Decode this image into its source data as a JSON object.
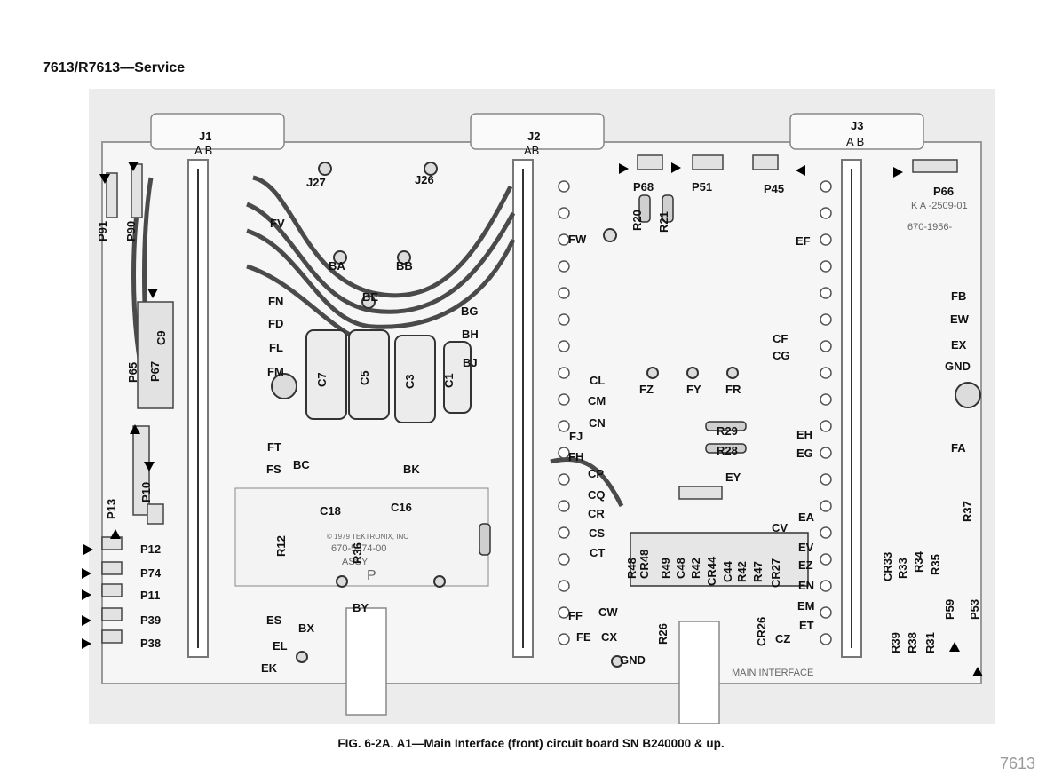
{
  "header": {
    "title": "7613/R7613—Service"
  },
  "figure": {
    "caption": "FIG. 6-2A. A1—Main Interface (front) circuit board SN B240000 & up.",
    "page_mark": "7613",
    "board": {
      "connectors": {
        "j1": "J1",
        "j1_pins": "A B",
        "j2": "J2",
        "j2_pins": "AB",
        "j3": "J3",
        "j3_pins": "A B"
      },
      "board_text": {
        "part_a": "K A -2509-01",
        "part_b": "670-1956-",
        "copyright": "© 1979 TEKTRONIX, INC",
        "part_c": "670-5374-00",
        "assy": "ASSY",
        "p": "P",
        "main_interface": "MAIN INTERFACE"
      },
      "labels": {
        "j27": "J27",
        "j26": "J26",
        "fv": "FV",
        "ba": "BA",
        "bb": "BB",
        "be": "BE",
        "fn": "FN",
        "fd": "FD",
        "fl": "FL",
        "fm": "FM",
        "bg": "BG",
        "bh": "BH",
        "bj": "BJ",
        "ft": "FT",
        "fs": "FS",
        "bc": "BC",
        "bk": "BK",
        "c18": "C18",
        "c16": "C16",
        "es": "ES",
        "el": "EL",
        "ek": "EK",
        "bx": "BX",
        "by": "BY",
        "p12": "P12",
        "p74": "P74",
        "p11": "P11",
        "p39": "P39",
        "p38": "P38",
        "p68": "P68",
        "p51": "P51",
        "p45": "P45",
        "p66": "P66",
        "fw": "FW",
        "ef": "EF",
        "fb": "FB",
        "ew": "EW",
        "ex": "EX",
        "gnd_r": "GND",
        "cf": "CF",
        "cg": "CG",
        "cl": "CL",
        "cm": "CM",
        "cn": "CN",
        "fz": "FZ",
        "fy": "FY",
        "fr": "FR",
        "fj": "FJ",
        "fh": "FH",
        "cp": "CP",
        "cq": "CQ",
        "cr": "CR",
        "cs": "CS",
        "ct": "CT",
        "r29": "R29",
        "r28": "R28",
        "ey": "EY",
        "eh": "EH",
        "eg": "EG",
        "fa": "FA",
        "ea": "EA",
        "cv": "CV",
        "ev": "EV",
        "ez": "EZ",
        "en": "EN",
        "em": "EM",
        "et": "ET",
        "ff": "FF",
        "cw": "CW",
        "fe": "FE",
        "cx": "CX",
        "gnd_b": "GND",
        "cz": "CZ"
      },
      "vertical_labels": {
        "p91": "P91",
        "p90": "P90",
        "p65": "P65",
        "p67": "P67",
        "c9": "C9",
        "p13": "P13",
        "p10": "P10",
        "c7": "C7",
        "c5": "C5",
        "c3": "C3",
        "c1": "C1",
        "r12": "R12",
        "r36": "R36",
        "r20": "R20",
        "r21": "R21",
        "r48": "R48",
        "cr48": "CR48",
        "r49": "R49",
        "c48": "C48",
        "r42a": "R42",
        "cr44": "CR44",
        "c44": "C44",
        "r42b": "R42",
        "r47": "R47",
        "cr27": "CR27",
        "r26": "R26",
        "cr26": "CR26",
        "cr33": "CR33",
        "r33": "R33",
        "r34": "R34",
        "r35": "R35",
        "r37": "R37",
        "p59": "P59",
        "p53": "P53",
        "r39": "R39",
        "r38": "R38",
        "r31": "R31"
      }
    }
  }
}
